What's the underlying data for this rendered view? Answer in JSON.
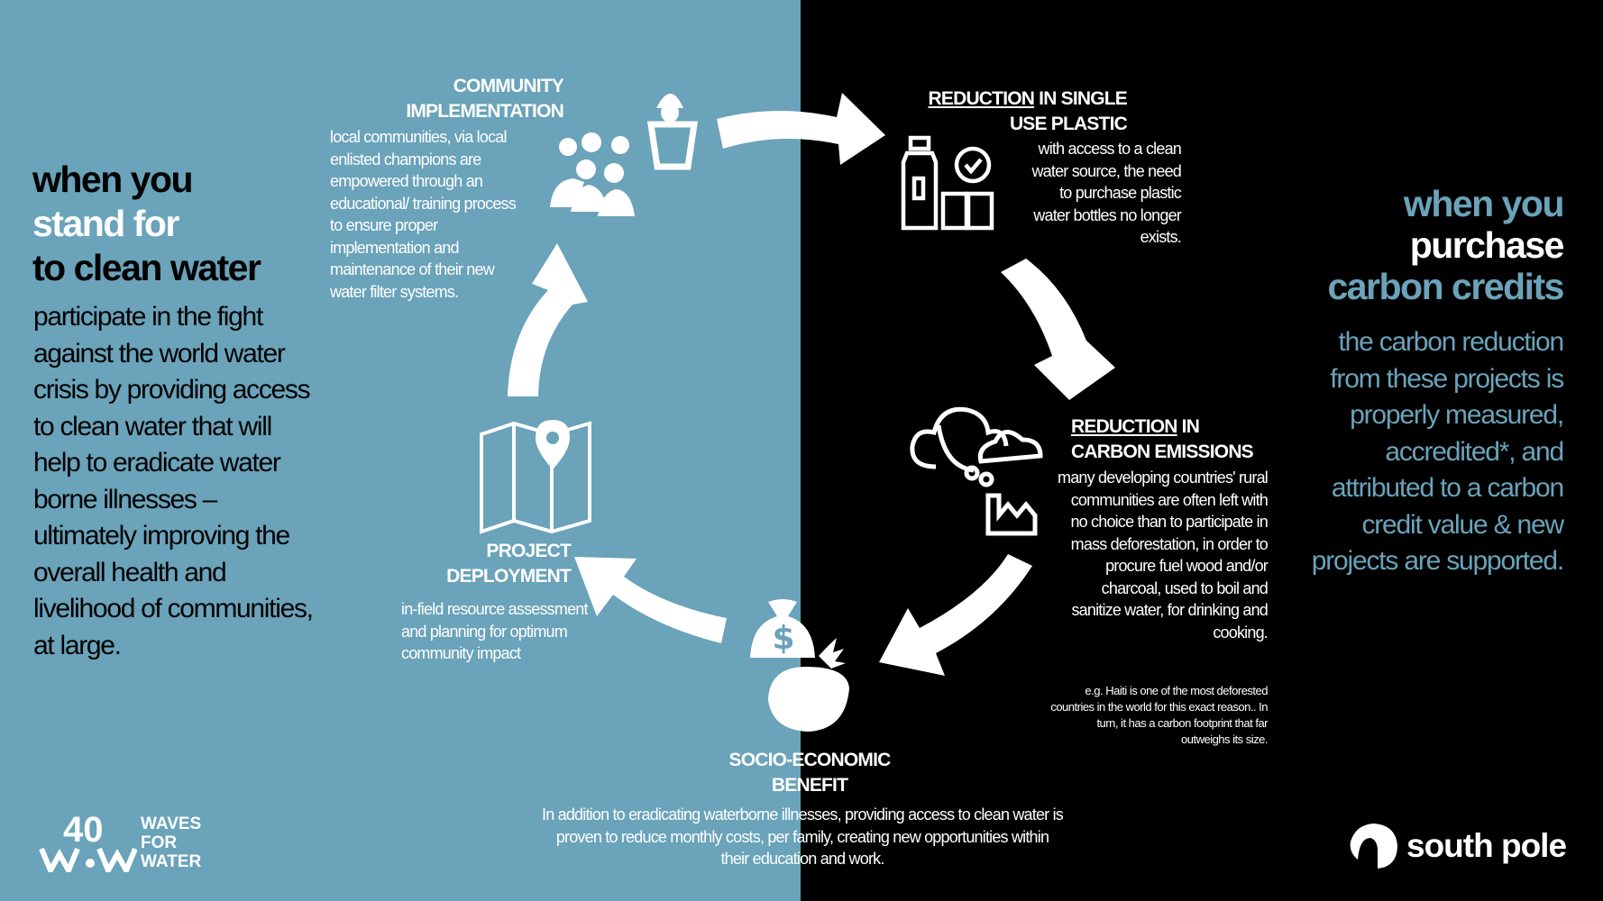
{
  "left_panel": {
    "heading_line1": "when you",
    "heading_line2": "stand for",
    "heading_line3": "to clean water",
    "body": "participate in the fight against the world water crisis by providing access to clean water that will help to eradicate water borne illnesses – ultimately improving the overall health and livelihood of communities, at large."
  },
  "right_panel": {
    "heading_line1": "when you",
    "heading_line2": "purchase",
    "heading_line3": "carbon credits",
    "body": "the carbon reduction from these projects is properly measured, accredited*, and attributed to a carbon credit value & new projects are supported."
  },
  "steps": {
    "community": {
      "title_line1": "COMMUNITY",
      "title_line2": "IMPLEMENTATION",
      "body": "local communities, via local enlisted champions are empowered through an educational/ training process to ensure proper implementation and maintenance of their new water filter systems."
    },
    "plastic": {
      "title_underlined": "REDUCTION",
      "title_rest1": " IN SINGLE",
      "title_line2": "USE PLASTIC",
      "body": "with access to a clean water source, the need to purchase plastic water bottles no longer exists."
    },
    "carbon": {
      "title_underlined": "REDUCTION",
      "title_rest1": " IN",
      "title_line2": "CARBON EMISSIONS",
      "body": "many developing countries' rural communities are often left with no choice than to participate in mass deforestation, in order to procure fuel wood and/or charcoal, used to boil and sanitize water, for drinking and cooking.",
      "note": "e.g. Haiti is one of the most deforested countries in the world for this exact reason.. In turn, it has a carbon footprint that far outweighs its size."
    },
    "socio": {
      "title_line1": "SOCIO-ECONOMIC",
      "title_line2": "BENEFIT",
      "body": "In addition to eradicating waterborne illnesses, providing access to clean water is proven to reduce monthly costs, per family, creating new opportunities within their education and work."
    },
    "project": {
      "title_line1": "PROJECT",
      "title_line2": "DEPLOYMENT",
      "body": "in-field resource assessment and planning for optimum community impact"
    }
  },
  "logos": {
    "waves_line1": "WAVES",
    "waves_line2": "FOR",
    "waves_line3": "WATER",
    "waves_mark": "40",
    "south_pole": "south pole"
  },
  "colors": {
    "blue": "#6aa3ba",
    "black": "#000000",
    "white": "#ffffff"
  }
}
